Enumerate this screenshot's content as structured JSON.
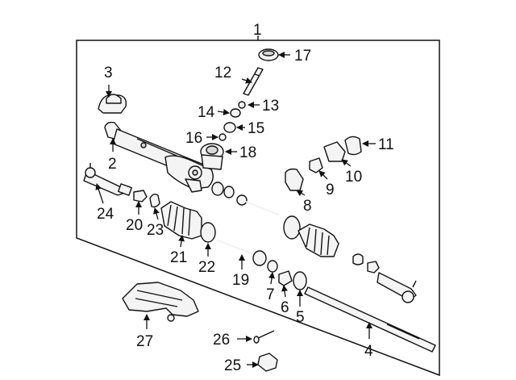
{
  "diagram": {
    "type": "exploded-parts-diagram",
    "callouts": [
      "1",
      "2",
      "3",
      "4",
      "5",
      "6",
      "7",
      "8",
      "9",
      "10",
      "11",
      "12",
      "13",
      "14",
      "15",
      "16",
      "17",
      "18",
      "19",
      "20",
      "21",
      "22",
      "23",
      "24",
      "25",
      "26",
      "27"
    ]
  }
}
